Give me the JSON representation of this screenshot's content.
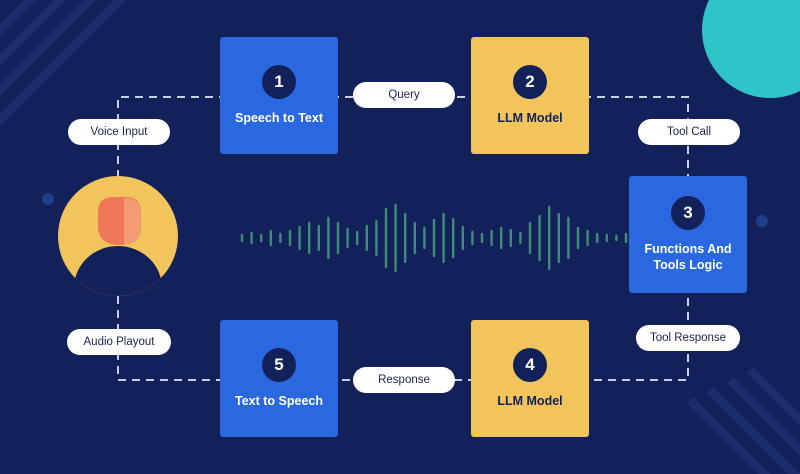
{
  "colors": {
    "background": "#13215a",
    "blue_box": "#2a68e0",
    "yellow_box": "#f1c45c",
    "teal_accent": "#2ec4c8",
    "wave": "#3f8a7a",
    "avatar_circle": "#f1c45c",
    "avatar_head": "#f0765a"
  },
  "steps": [
    {
      "number": "1",
      "label": "Speech to Text"
    },
    {
      "number": "2",
      "label": "LLM Model"
    },
    {
      "number": "3",
      "label": "Functions And Tools Logic"
    },
    {
      "number": "4",
      "label": "LLM Model"
    },
    {
      "number": "5",
      "label": "Text to Speech"
    }
  ],
  "connectors": {
    "voice_input": "Voice Input",
    "query": "Query",
    "tool_call": "Tool Call",
    "tool_response": "Tool Response",
    "response": "Response",
    "audio_playout": "Audio Playout"
  },
  "icons": {
    "avatar": "user-avatar-icon",
    "waveform": "audio-waveform-icon"
  }
}
